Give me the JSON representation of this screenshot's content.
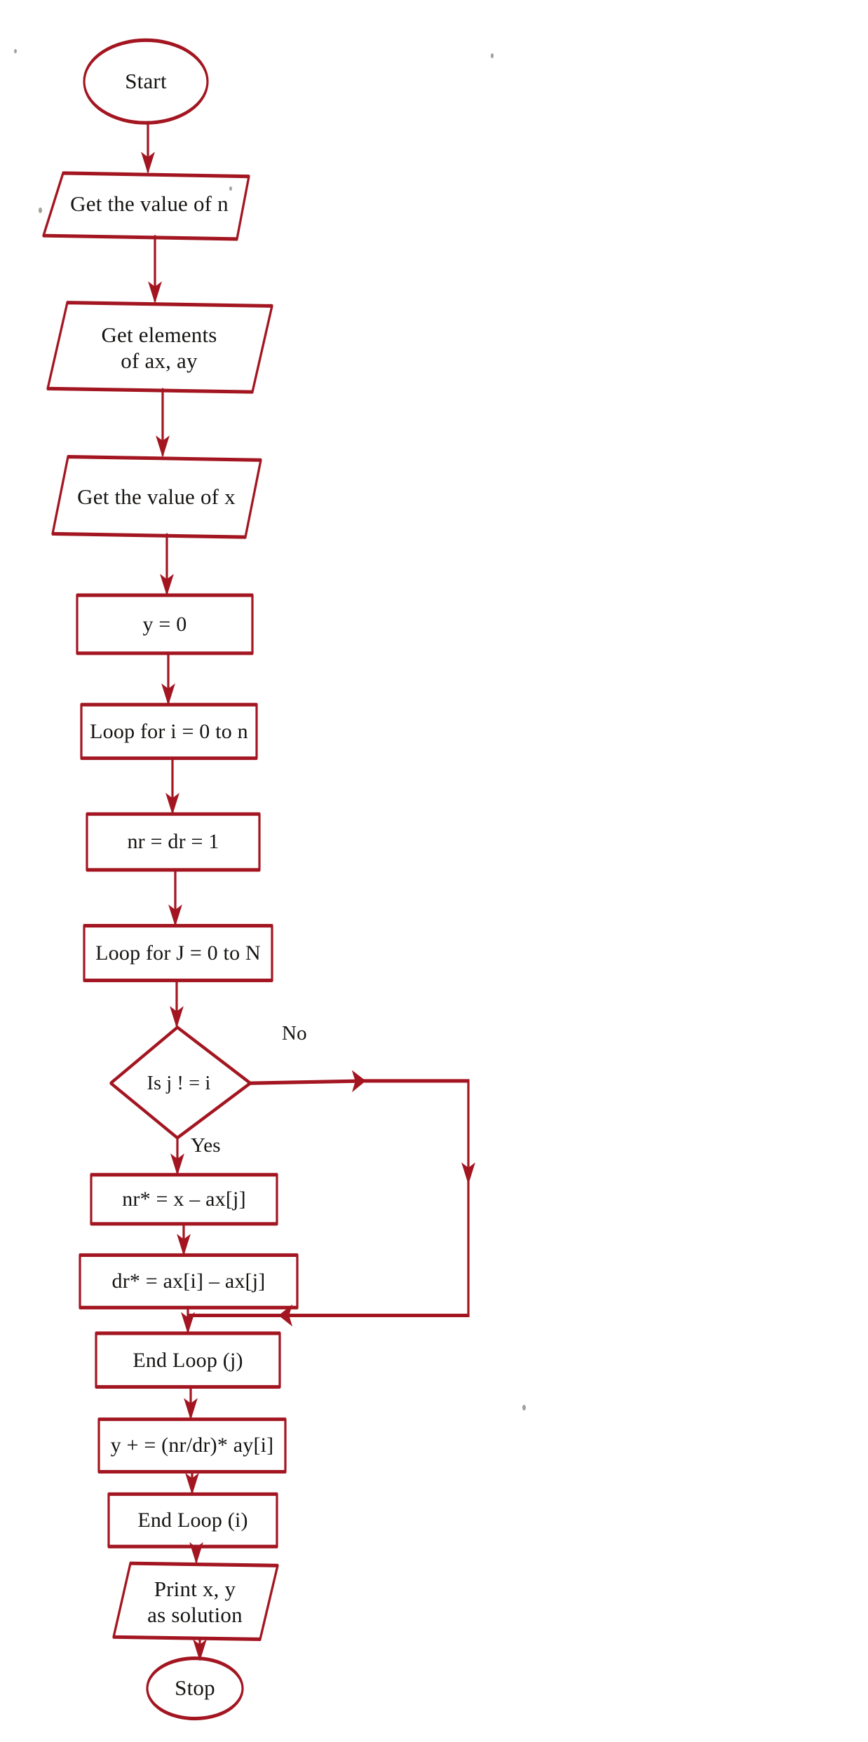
{
  "diagram": {
    "title": "Lagrange interpolation flowchart",
    "stroke_color": "#a31621",
    "text_color": "#161412",
    "background_color": "#ffffff"
  },
  "nodes": [
    {
      "id": "start",
      "shape": "terminal",
      "label": "Start"
    },
    {
      "id": "get_n",
      "shape": "parallelogram",
      "label": "Get the value of n"
    },
    {
      "id": "get_elems",
      "shape": "parallelogram",
      "label": "Get elements\nof ax, ay"
    },
    {
      "id": "get_x",
      "shape": "parallelogram",
      "label": "Get the value of x"
    },
    {
      "id": "y_init",
      "shape": "rectangle",
      "label": "y = 0"
    },
    {
      "id": "loop_i",
      "shape": "rectangle",
      "label": "Loop for i = 0 to n"
    },
    {
      "id": "nr_dr",
      "shape": "rectangle",
      "label": "nr = dr = 1"
    },
    {
      "id": "loop_j",
      "shape": "rectangle",
      "label": "Loop for J = 0 to N"
    },
    {
      "id": "decision",
      "shape": "diamond",
      "label": "Is j ! = i"
    },
    {
      "id": "nr_mul",
      "shape": "rectangle",
      "label": "nr* = x – ax[j]"
    },
    {
      "id": "dr_mul",
      "shape": "rectangle",
      "label": "dr* = ax[i] – ax[j]"
    },
    {
      "id": "end_loop_j",
      "shape": "rectangle",
      "label": "End Loop (j)"
    },
    {
      "id": "y_accum",
      "shape": "rectangle",
      "label": "y + = (nr/dr)* ay[i]"
    },
    {
      "id": "end_loop_i",
      "shape": "rectangle",
      "label": "End Loop (i)"
    },
    {
      "id": "print",
      "shape": "parallelogram",
      "label": "Print x, y\nas solution"
    },
    {
      "id": "stop",
      "shape": "terminal",
      "label": "Stop"
    }
  ],
  "edge_labels": [
    {
      "id": "no_label",
      "label": "No",
      "from": "decision",
      "to": "bypass"
    },
    {
      "id": "yes_label",
      "label": "Yes",
      "from": "decision",
      "to": "nr_mul"
    }
  ]
}
